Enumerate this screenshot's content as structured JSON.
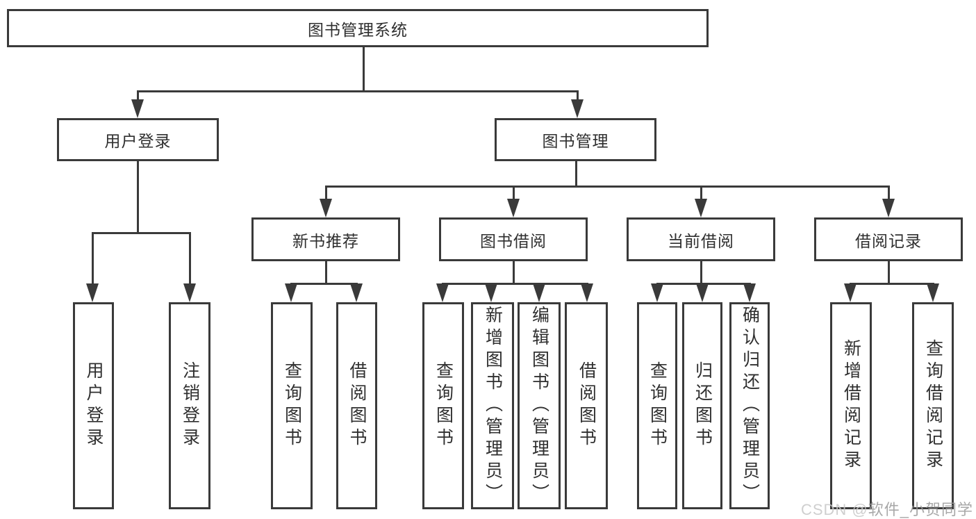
{
  "diagram": {
    "root_label": "图书管理系统",
    "level2": {
      "user_login": "用户登录",
      "book_mgmt": "图书管理"
    },
    "level3": {
      "new_books": "新书推荐",
      "book_borrow": "图书借阅",
      "current_borrow": "当前借阅",
      "borrow_records": "借阅记录"
    },
    "leaves": {
      "user_login": [
        "用户登录",
        "注销登录"
      ],
      "new_books": [
        "查询图书",
        "借阅图书"
      ],
      "book_borrow": [
        "查询图书",
        "新增图书（管理员）",
        "编辑图书（管理员）",
        "借阅图书"
      ],
      "current_borrow": [
        "查询图书",
        "归还图书",
        "确认归还（管理员）"
      ],
      "borrow_records": [
        "新增借阅记录",
        "查询借阅记录"
      ]
    },
    "line_color": "#3a3a3a"
  },
  "watermark": {
    "prefix": "CSDN @",
    "author": "软件_小贺同学"
  }
}
